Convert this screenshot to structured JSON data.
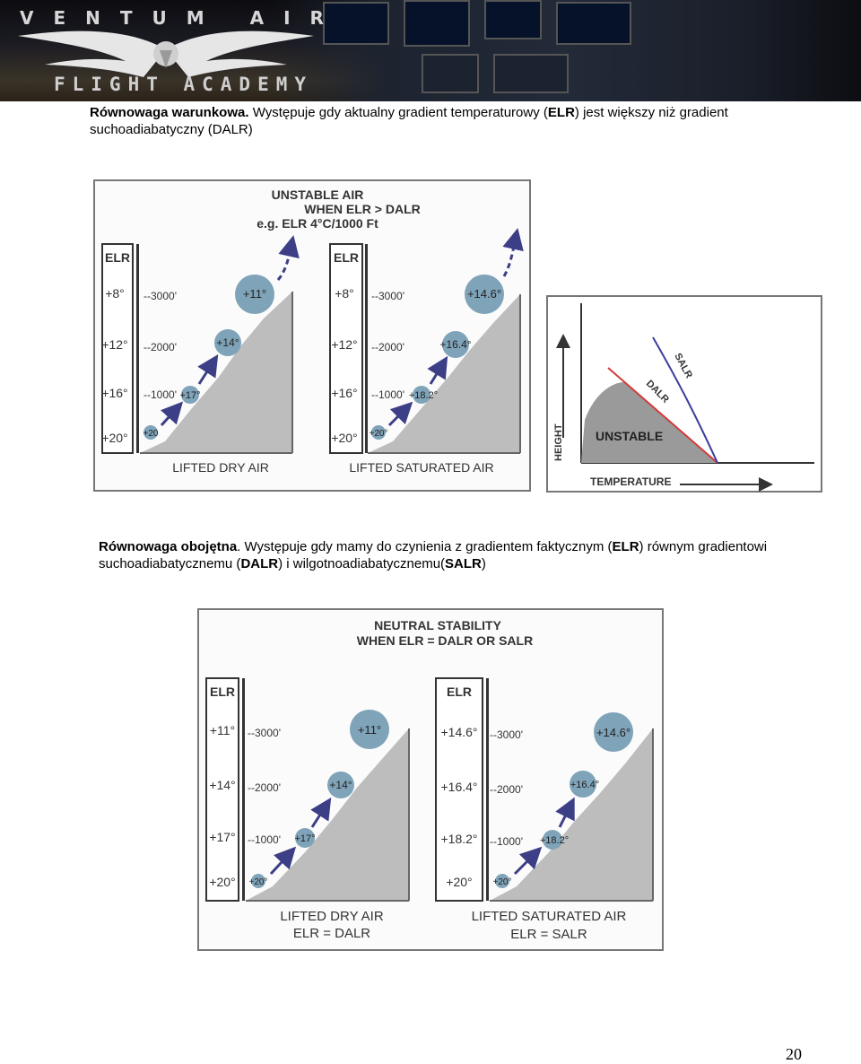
{
  "header": {
    "brand_top": "VENTUM AIR",
    "brand_bottom": "FLIGHT ACADEMY"
  },
  "section1": {
    "lead": "Równowaga warunkowa.",
    "text_a": " Występuje gdy aktualny gradient temperaturowy (",
    "bold_a": "ELR",
    "text_b": ") jest większy niż gradient suchoadiabatyczny (DALR)"
  },
  "figure1": {
    "title1": "UNSTABLE AIR",
    "title2": "WHEN ELR > DALR",
    "title3": "e.g. ELR 4°C/1000 Ft",
    "left_panel": {
      "header": "ELR",
      "elr": [
        "+8°",
        "+12°",
        "+16°",
        "+20°"
      ],
      "heights": [
        "--3000'",
        "--2000'",
        "--1000'"
      ],
      "parcels": [
        "+11°",
        "+14°",
        "+17°",
        "+20"
      ],
      "caption": "LIFTED DRY AIR"
    },
    "right_panel": {
      "header": "ELR",
      "elr": [
        "+8°",
        "+12°",
        "+16°",
        "+20°"
      ],
      "heights": [
        "--3000'",
        "--2000'",
        "--1000'"
      ],
      "parcels": [
        "+14.6°",
        "+16.4°",
        "+18.2°",
        "+20°"
      ],
      "caption": "LIFTED SATURATED AIR"
    }
  },
  "figure2": {
    "y_label": "HEIGHT",
    "x_label": "TEMPERATURE",
    "area_label": "UNSTABLE",
    "dalr_label": "DALR",
    "salr_label": "SALR"
  },
  "section2": {
    "lead": "Równowaga obojętna",
    "text_a": ". Występuje gdy mamy do czynienia z gradientem faktycznym (",
    "bold_a": "ELR",
    "text_b": ") równym gradientowi suchoadiabatycznemu (",
    "bold_b": "DALR",
    "text_c": ") i wilgotnoadiabatycznemu(",
    "bold_c": "SALR",
    "text_d": ")"
  },
  "figure3": {
    "title1": "NEUTRAL STABILITY",
    "title2": "WHEN ELR = DALR OR SALR",
    "left_panel": {
      "header": "ELR",
      "elr": [
        "+11°",
        "+14°",
        "+17°",
        "+20°"
      ],
      "heights": [
        "--3000'",
        "--2000'",
        "--1000'"
      ],
      "parcels": [
        "+11°",
        "+14°",
        "+17°",
        "+20°"
      ],
      "caption1": "LIFTED DRY AIR",
      "caption2": "ELR = DALR"
    },
    "right_panel": {
      "header": "ELR",
      "elr": [
        "+14.6°",
        "+16.4°",
        "+18.2°",
        "+20°"
      ],
      "heights": [
        "--3000'",
        "--2000'",
        "--1000'"
      ],
      "parcels": [
        "+14.6°",
        "+16.4°",
        "+18.2°",
        "+20°"
      ],
      "caption1": "LIFTED SATURATED AIR",
      "caption2": "ELR = SALR"
    }
  },
  "page_number": "20",
  "colors": {
    "parcel": "#7fa3b8",
    "arrow": "#3c3e86",
    "hill": "#bdbdbd",
    "dalr": "#d23a3a",
    "salr": "#3b3f9a"
  }
}
